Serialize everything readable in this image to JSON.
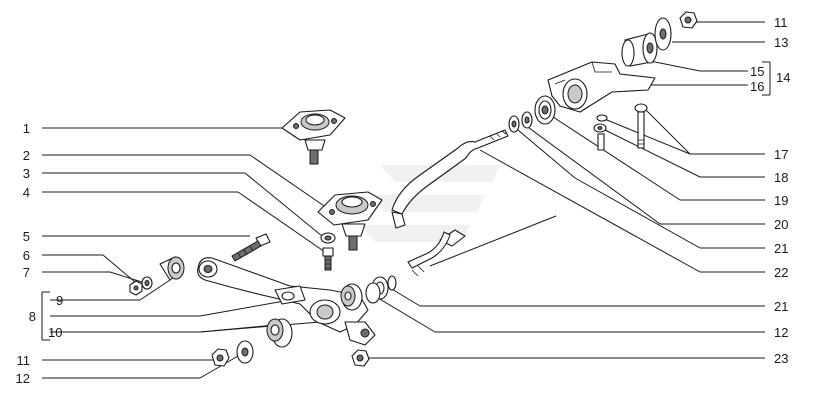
{
  "callouts": {
    "c1": "1",
    "c2": "2",
    "c3": "3",
    "c4": "4",
    "c5": "5",
    "c6": "6",
    "c7": "7",
    "c8": "8",
    "c9": "9",
    "c10": "10",
    "c11_left": "11",
    "c12_left": "12",
    "c11_right": "11",
    "c13": "13",
    "c14": "14",
    "c15": "15",
    "c16": "16",
    "c17": "17",
    "c18": "18",
    "c19": "19",
    "c20": "20",
    "c21_upper": "21",
    "c22": "22",
    "c21_lower": "21",
    "c12_right": "12",
    "c23": "23"
  },
  "colors": {
    "line": "#1a1a1a",
    "shade": "#c9c9c9",
    "watermark": "#d8d8d8"
  }
}
